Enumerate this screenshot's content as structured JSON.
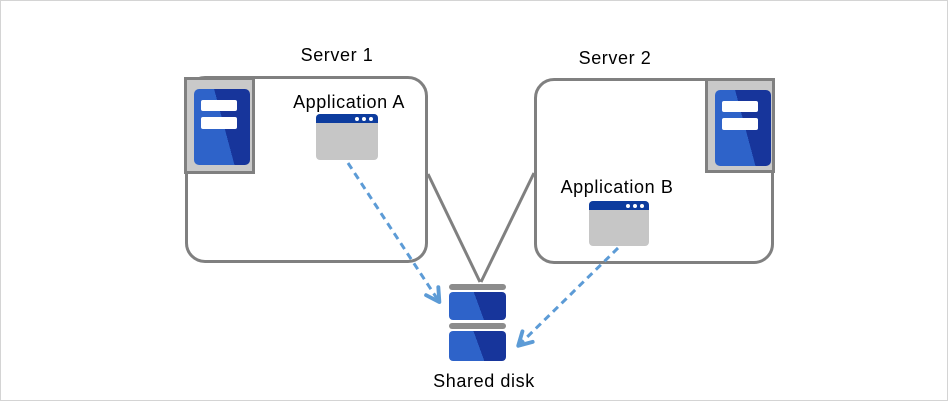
{
  "diagram": {
    "nodes": {
      "server1_label": "Server 1",
      "server2_label": "Server 2",
      "app_a_label": "Application A",
      "app_b_label": "Application B",
      "shared_disk_label": "Shared disk"
    },
    "connections": [
      {
        "from": "server1",
        "to": "shared_disk",
        "style": "solid-gray-line"
      },
      {
        "from": "server2",
        "to": "shared_disk",
        "style": "solid-gray-line"
      },
      {
        "from": "app_a",
        "to": "shared_disk",
        "style": "dashed-blue-arrow"
      },
      {
        "from": "app_b",
        "to": "shared_disk",
        "style": "dashed-blue-arrow"
      }
    ],
    "icons": {
      "server1": "server-tower-icon",
      "server2": "server-tower-icon",
      "app_a": "application-window-icon",
      "app_b": "application-window-icon",
      "shared_disk": "disk-stack-icon"
    },
    "colors": {
      "icon_blue_light": "#2e63c9",
      "icon_blue_dark": "#17359b",
      "titlebar_blue": "#0d3c9e",
      "window_body_gray": "#c6c6c6",
      "frame_fill_gray": "#c9c9c9",
      "line_gray": "#808080",
      "disk_bar_gray": "#8c8c8c",
      "arrow_dashed_blue": "#5c9bd6",
      "text_color": "#000000",
      "page_border": "#d4d4d4"
    }
  }
}
